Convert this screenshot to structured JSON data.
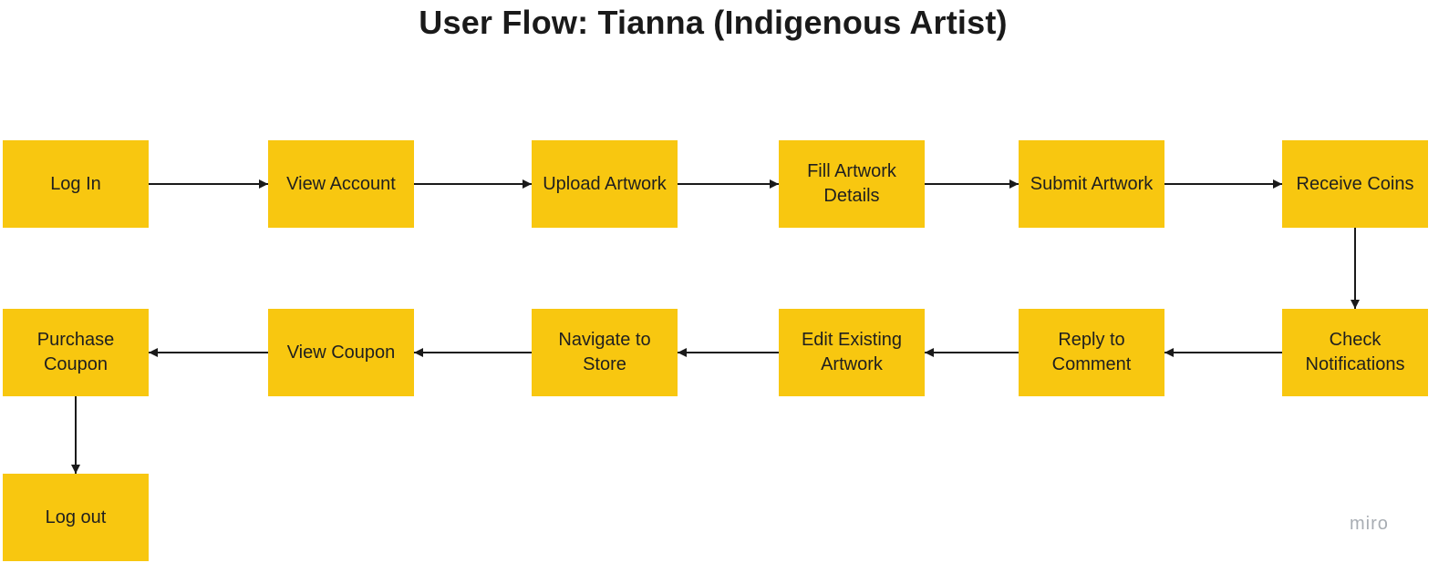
{
  "title": "User Flow: Tianna (Indigenous Artist)",
  "colors": {
    "node_fill": "#f8c710",
    "edge": "#1a1a1a"
  },
  "nodes": [
    {
      "id": "log-in",
      "label": "Log In"
    },
    {
      "id": "view-account",
      "label": "View Account"
    },
    {
      "id": "upload-artwork",
      "label": "Upload Artwork"
    },
    {
      "id": "fill-artwork-details",
      "label": "Fill Artwork Details"
    },
    {
      "id": "submit-artwork",
      "label": "Submit Artwork"
    },
    {
      "id": "receive-coins",
      "label": "Receive Coins"
    },
    {
      "id": "check-notifications",
      "label": "Check Notifications"
    },
    {
      "id": "reply-to-comment",
      "label": "Reply to Comment"
    },
    {
      "id": "edit-existing-artwork",
      "label": "Edit Existing Artwork"
    },
    {
      "id": "navigate-to-store",
      "label": "Navigate to Store"
    },
    {
      "id": "view-coupon",
      "label": "View Coupon"
    },
    {
      "id": "purchase-coupon",
      "label": "Purchase Coupon"
    },
    {
      "id": "log-out",
      "label": "Log out"
    }
  ],
  "edges": [
    {
      "from": "log-in",
      "to": "view-account"
    },
    {
      "from": "view-account",
      "to": "upload-artwork"
    },
    {
      "from": "upload-artwork",
      "to": "fill-artwork-details"
    },
    {
      "from": "fill-artwork-details",
      "to": "submit-artwork"
    },
    {
      "from": "submit-artwork",
      "to": "receive-coins"
    },
    {
      "from": "receive-coins",
      "to": "check-notifications"
    },
    {
      "from": "check-notifications",
      "to": "reply-to-comment"
    },
    {
      "from": "reply-to-comment",
      "to": "edit-existing-artwork"
    },
    {
      "from": "edit-existing-artwork",
      "to": "navigate-to-store"
    },
    {
      "from": "navigate-to-store",
      "to": "view-coupon"
    },
    {
      "from": "view-coupon",
      "to": "purchase-coupon"
    },
    {
      "from": "purchase-coupon",
      "to": "log-out"
    }
  ],
  "watermark": "miro"
}
